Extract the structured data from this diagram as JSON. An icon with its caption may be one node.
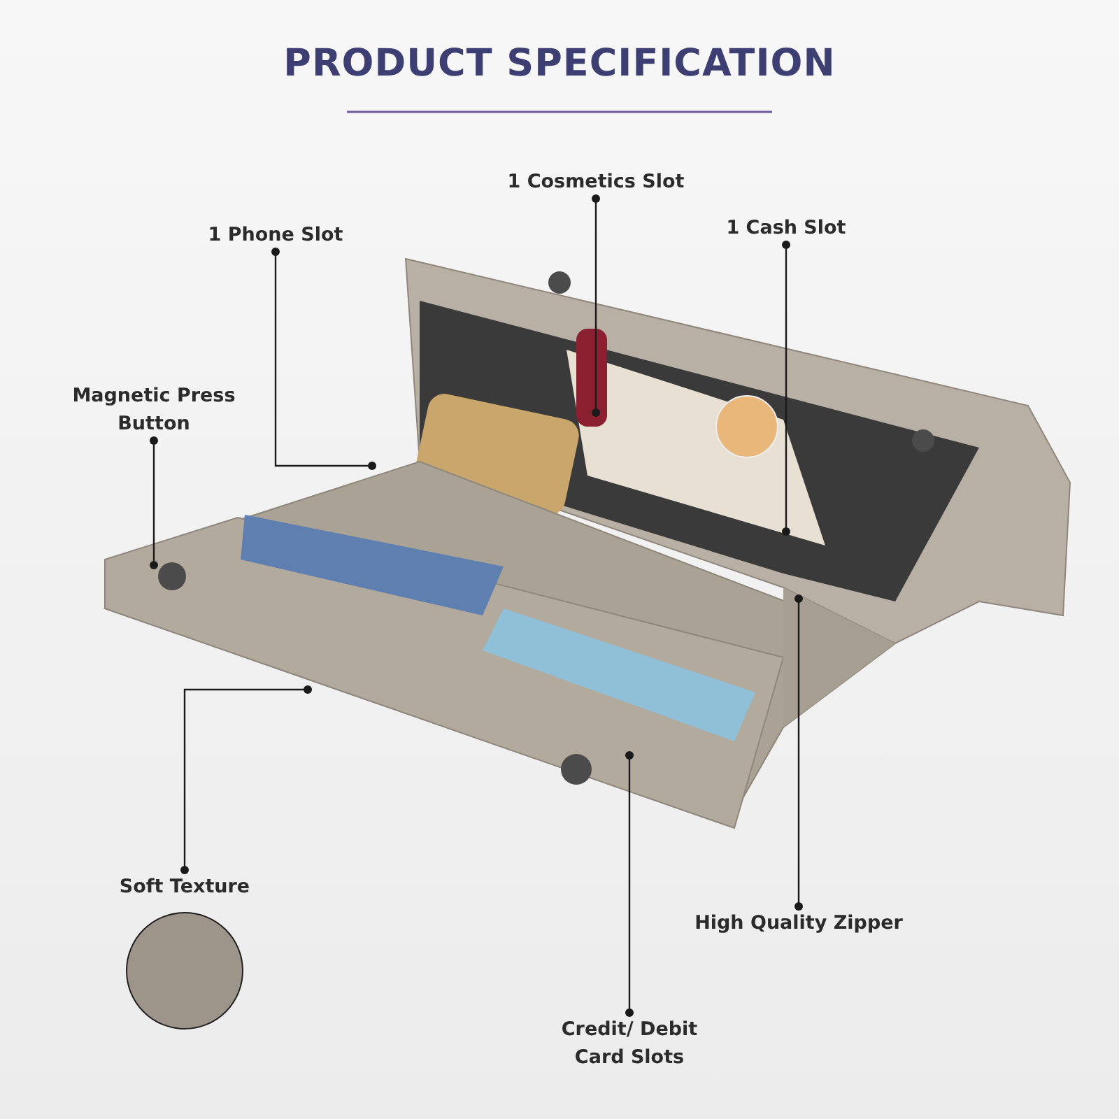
{
  "diagram": {
    "title": "PRODUCT SPECIFICATION",
    "nodes": [
      {
        "text": [
          "1 Phone Slot"
        ]
      },
      {
        "text": [
          "1 Cosmetics Slot"
        ]
      },
      {
        "text": [
          "1 Cash Slot"
        ]
      },
      {
        "text": [
          "Magnetic Press Button"
        ]
      },
      {
        "text": [
          "Soft Texture"
        ]
      },
      {
        "text": [
          "High Quality Zipper"
        ]
      },
      {
        "text": [
          "Credit/ Debit Card Slots"
        ]
      }
    ],
    "edges": [
      {
        "from": 0,
        "to": null,
        "arrow": "other"
      },
      {
        "from": 1,
        "to": null,
        "arrow": "other"
      },
      {
        "from": 2,
        "to": null,
        "arrow": "other"
      },
      {
        "from": 3,
        "to": null,
        "arrow": "other"
      },
      {
        "from": 4,
        "to": null,
        "arrow": "other"
      },
      {
        "from": 5,
        "to": null,
        "arrow": "other"
      },
      {
        "from": 6,
        "to": null,
        "arrow": "other"
      }
    ]
  }
}
